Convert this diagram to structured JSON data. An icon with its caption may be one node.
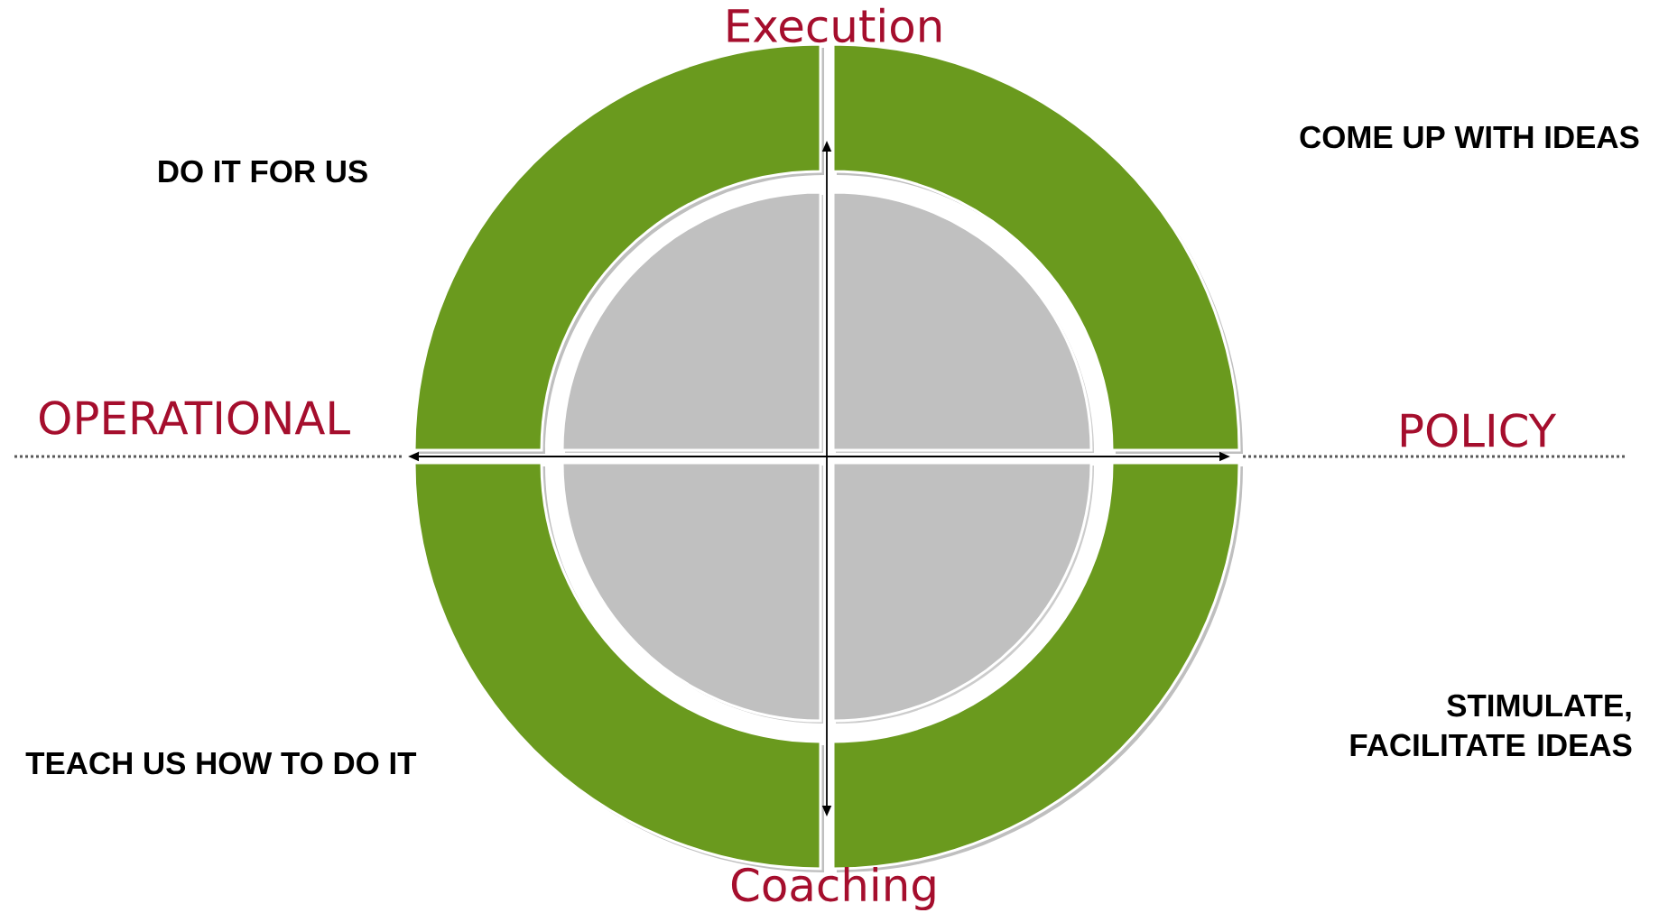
{
  "diagram": {
    "labels": [
      "Execution",
      "COME UP WITH IDEAS",
      "DO IT FOR US",
      "OPERATIONAL",
      "POLICY",
      "STIMULATE, FACILITATE IDEAS",
      "TEACH US HOW TO DO IT",
      "Coaching"
    ]
  }
}
